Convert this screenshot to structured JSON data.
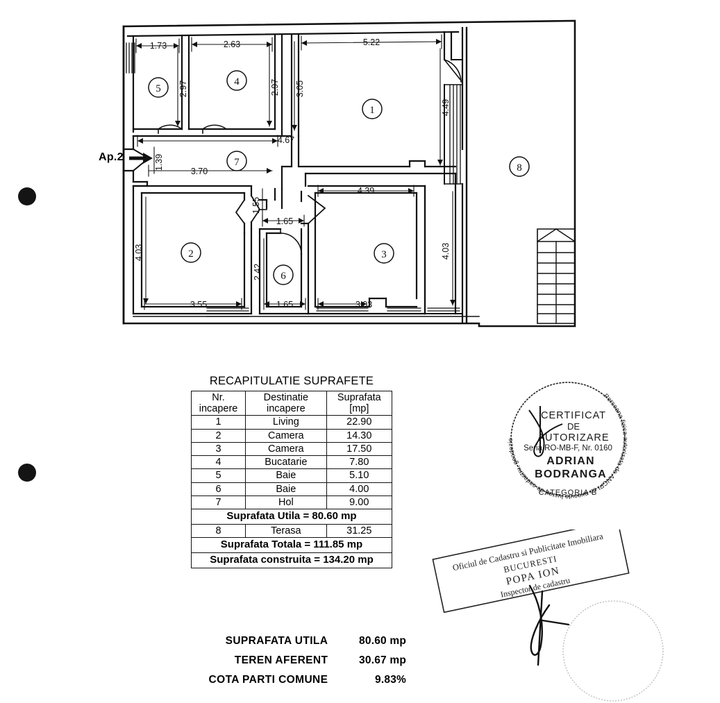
{
  "document": {
    "apartment_label": "Ap.2",
    "recap_title": "RECAPITULATIE SUPRAFETE"
  },
  "table": {
    "headers": {
      "col1_line1": "Nr.",
      "col1_line2": "incapere",
      "col2_line1": "Destinatie",
      "col2_line2": "incapere",
      "col3_line1": "Suprafata",
      "col3_line2": "[mp]"
    },
    "rows": [
      {
        "nr": "1",
        "dest": "Living",
        "area": "22.90"
      },
      {
        "nr": "2",
        "dest": "Camera",
        "area": "14.30"
      },
      {
        "nr": "3",
        "dest": "Camera",
        "area": "17.50"
      },
      {
        "nr": "4",
        "dest": "Bucatarie",
        "area": "7.80"
      },
      {
        "nr": "5",
        "dest": "Baie",
        "area": "5.10"
      },
      {
        "nr": "6",
        "dest": "Baie",
        "area": "4.00"
      },
      {
        "nr": "7",
        "dest": "Hol",
        "area": "9.00"
      }
    ],
    "subtotal_utila": "Suprafata Utila = 80.60 mp",
    "terrace_row": {
      "nr": "8",
      "dest": "Terasa",
      "area": "31.25"
    },
    "total_totala": "Suprafata Totala = 111.85 mp",
    "total_construita": "Suprafata construita = 134.20 mp"
  },
  "summary": {
    "rows": [
      {
        "label": "SUPRAFATA UTILA",
        "value": "80.60 mp"
      },
      {
        "label": "TEREN  AFERENT",
        "value": "30.67 mp"
      },
      {
        "label": "COTA  PARTI COMUNE",
        "value": "9.83%"
      }
    ]
  },
  "plan": {
    "room_numbers": [
      "1",
      "2",
      "3",
      "4",
      "5",
      "6",
      "7",
      "8"
    ],
    "dimensions": {
      "top_room5_width": "1.73",
      "top_room4_width": "2.63",
      "top_room1_width": "5.22",
      "room5_height": "2.97",
      "room4_height": "2.97",
      "right_of_room4_height": "3.05",
      "room1_right_height": "4.49",
      "hall_width_467": "4.67",
      "entry_height": "1.39",
      "hall_width_370": "3.70",
      "room2_height": "4.03",
      "room2_width": "3.55",
      "room6_vert_155": "1.55",
      "room6_width_165": "1.65",
      "room6_height_242": "2.42",
      "room6_bottom_165": "1.65",
      "room3_top_width": "4.39",
      "room3_height": "4.03",
      "room3_bottom_width": "3.03"
    }
  },
  "stamps": {
    "round": {
      "ring_text": "Persoana fizica autorizata de ANCPI sa execute lucrari de cadastru, geodezie si cartografie",
      "line1": "CERTIFICAT",
      "line2": "DE",
      "line3": "AUTORIZARE",
      "line4": "Seria RO-MB-F, Nr. 0160",
      "line5": "ADRIAN",
      "line6": "BODRANGA",
      "line7": "CATEGORIA B"
    },
    "rect": {
      "line1": "Oficiul de Cadastru si Publicitate Imobiliara",
      "line2": "BUCURESTI",
      "line3": "POPA ION",
      "line4": "Inspector de cadastru"
    }
  },
  "colors": {
    "ink": "#111111",
    "paper": "#ffffff",
    "stamp": "#1a1a1a",
    "ghost": "#cfcfcf"
  }
}
